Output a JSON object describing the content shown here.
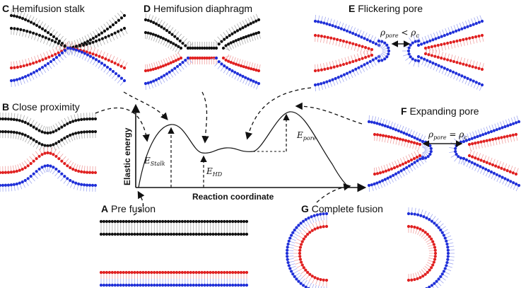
{
  "panels": {
    "A": {
      "letter": "A",
      "title": "Pre fusion"
    },
    "B": {
      "letter": "B",
      "title": "Close proximity"
    },
    "C": {
      "letter": "C",
      "title": "Hemifusion stalk"
    },
    "D": {
      "letter": "D",
      "title": "Hemifusion diaphragm"
    },
    "E": {
      "letter": "E",
      "title": "Flickering pore"
    },
    "F": {
      "letter": "F",
      "title": "Expanding pore"
    },
    "G": {
      "letter": "G",
      "title": "Complete fusion"
    }
  },
  "axes": {
    "y_label": "Elastic energy",
    "x_label": "Reaction coordinate"
  },
  "energy_labels": {
    "stalk": {
      "base": "E",
      "sub": "Stalk"
    },
    "hd": {
      "base": "E",
      "sub": "HD"
    },
    "pore": {
      "base": "E",
      "sub": "pore"
    }
  },
  "pore_labels": {
    "flickering": {
      "base": "ρ",
      "sub": "pore",
      "rel": " < ρ",
      "sub2": "c"
    },
    "expanding": {
      "base": "ρ",
      "sub": "pore",
      "rel": " = ρ",
      "sub2": "c"
    }
  },
  "colors": {
    "black_lipid": "#111111",
    "red_lipid": "#e02020",
    "blue_lipid": "#1f2fd8",
    "tail_gray": "#aaaaaa",
    "tail_pink": "#f0a0a0",
    "tail_lightblue": "#a0a8f0"
  }
}
